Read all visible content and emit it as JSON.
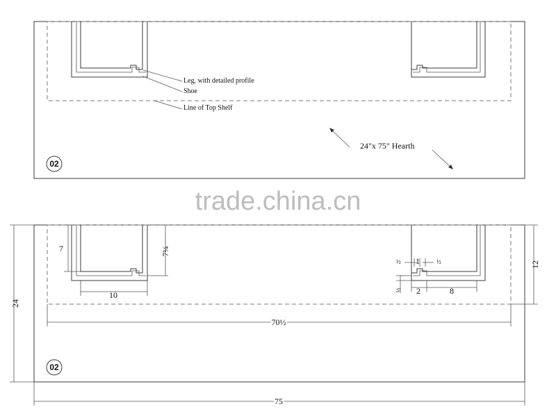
{
  "watermark": "trade.china.cn",
  "plan_view": {
    "tag": "02",
    "callouts": {
      "leg": "Leg, with detailed profile",
      "shoe": "Shoe",
      "top_shelf": "Line of Top Shelf",
      "hearth": "24\"x 75\" Hearth"
    }
  },
  "dimension_view": {
    "tag": "02",
    "dimensions": {
      "leg_depth": "7",
      "leg_depth_outer": "7¼",
      "leg_width": "10",
      "detail_half_top_left": "½",
      "detail_one": "1",
      "detail_half_top_right": "½",
      "detail_half_side": "½",
      "detail_two": "2",
      "detail_eight": "8",
      "shelf_depth": "12",
      "hearth_depth": "24",
      "shelf_length": "70½",
      "hearth_length": "75"
    }
  }
}
